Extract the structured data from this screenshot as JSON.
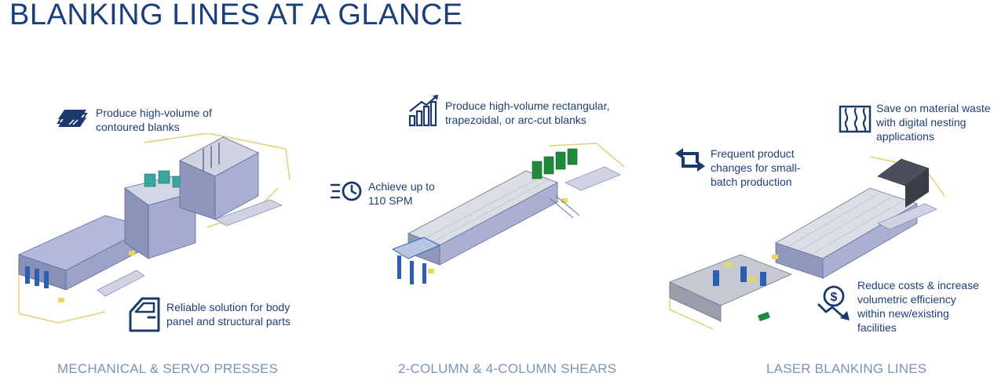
{
  "page": {
    "title": "BLANKING LINES AT A GLANCE"
  },
  "colors": {
    "title": "#1a3f7e",
    "feature_text": "#1d3f76",
    "caption_text": "#7d93b6",
    "icon": "#1b3a6b",
    "machine_body": "#9aa3c8",
    "machine_roof": "#d6d9e4",
    "accent_green": "#1f8a3a",
    "accent_yellow": "#e6d85a",
    "accent_blue": "#2c5fb0"
  },
  "sections": [
    {
      "caption": "MECHANICAL & SERVO PRESSES",
      "features": [
        {
          "icon": "stacked-blanks-icon",
          "text": "Produce high-volume of\ncontoured blanks"
        },
        {
          "icon": "car-door-icon",
          "text": "Reliable solution for body\npanel and structural parts"
        }
      ]
    },
    {
      "caption": "2-COLUMN & 4-COLUMN SHEARS",
      "features": [
        {
          "icon": "rising-bar-chart-icon",
          "text": "Produce high-volume rectangular,\ntrapezoidal, or arc-cut blanks"
        },
        {
          "icon": "speed-clock-icon",
          "text": "Achieve up to\n110 SPM"
        }
      ]
    },
    {
      "caption": "LASER BLANKING LINES",
      "features": [
        {
          "icon": "swap-arrows-icon",
          "text": "Frequent product\nchanges for small-\nbatch production"
        },
        {
          "icon": "nesting-sheet-icon",
          "text": "Save on material waste\nwith digital nesting\napplications"
        },
        {
          "icon": "dollar-cost-down-icon",
          "text": "Reduce costs & increase\nvolumetric efficiency\nwithin new/existing\nfacilities"
        }
      ]
    }
  ]
}
